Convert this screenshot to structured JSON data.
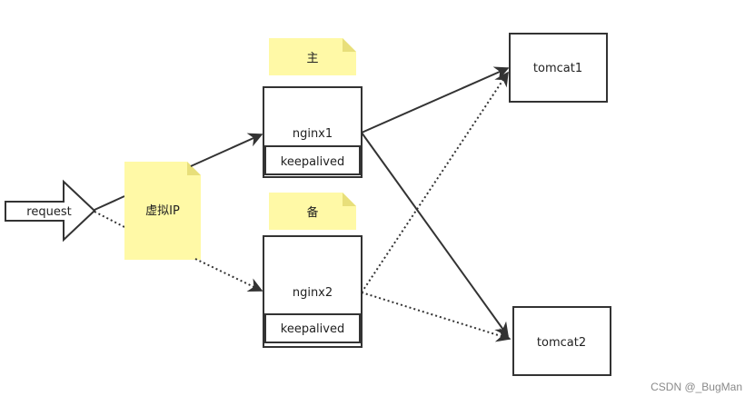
{
  "diagram": {
    "request_label": "request",
    "vip_label": "虚拟IP",
    "master_note": "主",
    "backup_note": "备",
    "nginx1": {
      "name": "nginx1",
      "keepalived": "keepalived"
    },
    "nginx2": {
      "name": "nginx2",
      "keepalived": "keepalived"
    },
    "tomcat1": "tomcat1",
    "tomcat2": "tomcat2"
  },
  "watermark": "CSDN @_BugMan",
  "colors": {
    "note_fill": "#fff9a6",
    "line": "#333333",
    "box_border": "#333333"
  }
}
